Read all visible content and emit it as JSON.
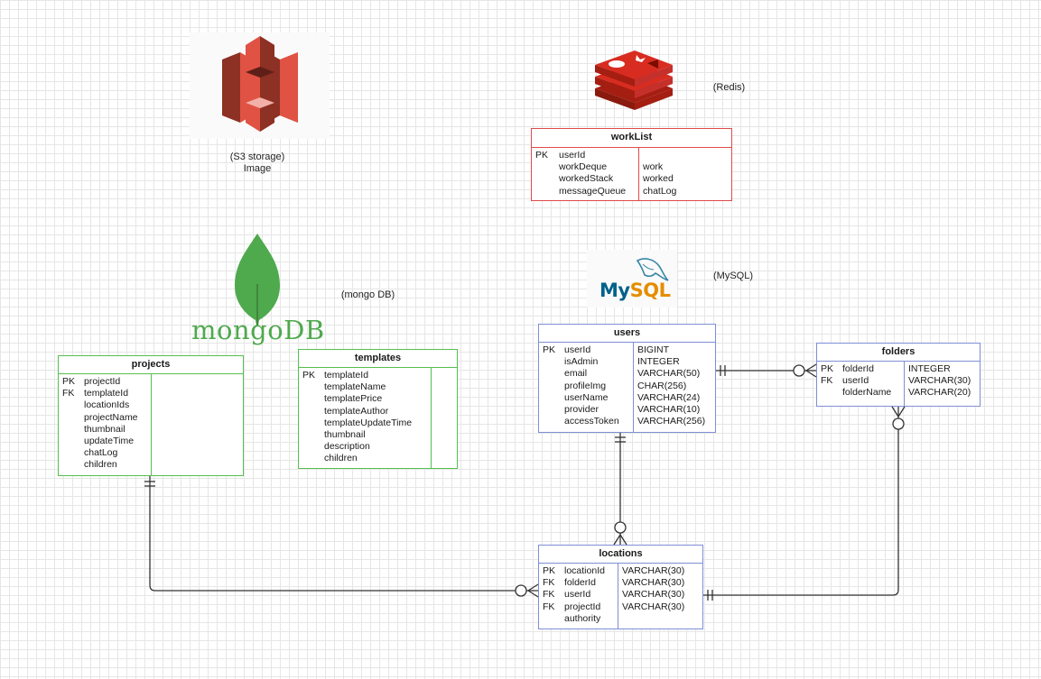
{
  "captions": {
    "s3": "(S3 storage)",
    "s3_sub": "Image",
    "redis": "(Redis)",
    "mongo": "(mongo DB)",
    "mysql": "(MySQL)"
  },
  "logos": {
    "mongodb_text": "mongoDB",
    "mysql_text_a": "My",
    "mysql_text_b": "SQL"
  },
  "entities": {
    "worklist": {
      "title": "workList",
      "keys": [
        "PK",
        "",
        "",
        ""
      ],
      "fields": [
        "userId",
        "workDeque",
        "workedStack",
        "messageQueue"
      ],
      "types": [
        "",
        "work",
        "worked",
        "chatLog"
      ]
    },
    "projects": {
      "title": "projects",
      "keys": [
        "PK",
        "FK",
        "",
        "",
        "",
        "",
        "",
        ""
      ],
      "fields": [
        "projectId",
        "templateId",
        "locationIds",
        "projectName",
        "thumbnail",
        "updateTime",
        "chatLog",
        "children"
      ]
    },
    "templates": {
      "title": "templates",
      "keys": [
        "PK",
        "",
        "",
        "",
        "",
        "",
        "",
        ""
      ],
      "fields": [
        "templateId",
        "templateName",
        "templatePrice",
        "templateAuthor",
        "templateUpdateTime",
        "thumbnail",
        "description",
        "children"
      ]
    },
    "users": {
      "title": "users",
      "keys": [
        "PK",
        "",
        "",
        "",
        "",
        "",
        ""
      ],
      "fields": [
        "userId",
        "isAdmin",
        "email",
        "profileImg",
        "userName",
        "provider",
        "accessToken"
      ],
      "types": [
        "BIGINT",
        "INTEGER",
        "VARCHAR(50)",
        "CHAR(256)",
        "VARCHAR(24)",
        "VARCHAR(10)",
        "VARCHAR(256)"
      ]
    },
    "folders": {
      "title": "folders",
      "keys": [
        "PK",
        "FK",
        ""
      ],
      "fields": [
        "folderId",
        "userId",
        "folderName"
      ],
      "types": [
        "INTEGER",
        "VARCHAR(30)",
        "VARCHAR(20)"
      ]
    },
    "locations": {
      "title": "locations",
      "keys": [
        "PK",
        "FK",
        "FK",
        "FK",
        ""
      ],
      "fields": [
        "locationId",
        "folderId",
        "userId",
        "projectId",
        "authority"
      ],
      "types": [
        "VARCHAR(30)",
        "VARCHAR(30)",
        "VARCHAR(30)",
        "VARCHAR(30)",
        ""
      ]
    }
  },
  "colors": {
    "mongo_green": "#56c04f",
    "mysql_blue": "#7f8fd6",
    "redis_red": "#e04b4b",
    "s3_red": "#e05243"
  }
}
